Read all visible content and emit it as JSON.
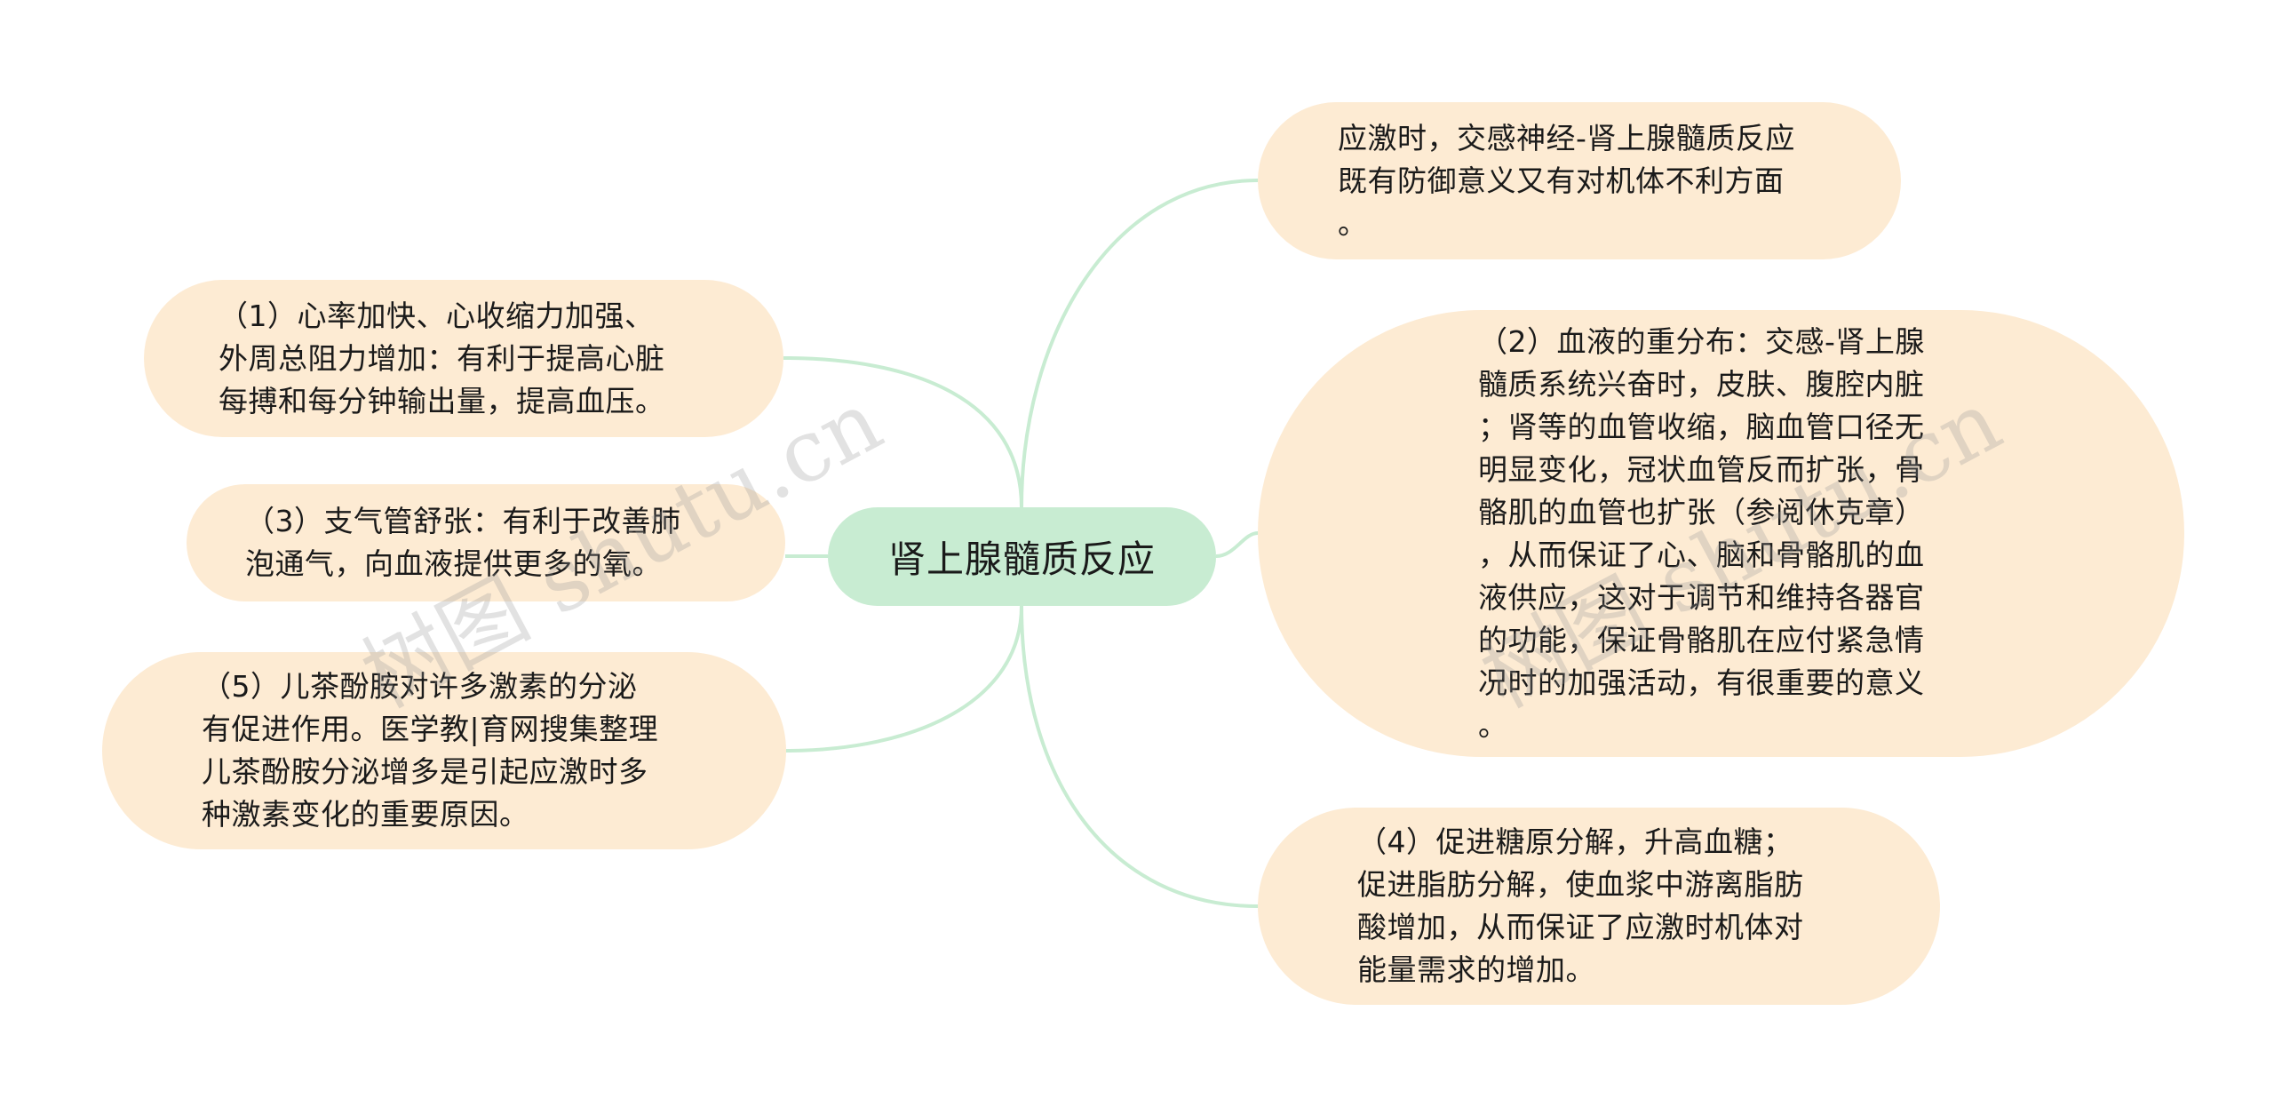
{
  "center": {
    "label": "肾上腺髓质反应"
  },
  "colors": {
    "center_fill": "#c8ecd2",
    "branch_fill": "#fdebd3",
    "connector": "#c8ecd2"
  },
  "branches": {
    "left": [
      {
        "text": "（1）心率加快、心收缩力加强、\n外周总阻力增加：有利于提高心脏\n每搏和每分钟输出量，提高血压。"
      },
      {
        "text": "（3）支气管舒张：有利于改善肺\n泡通气，向血液提供更多的氧。"
      },
      {
        "text": "（5）儿茶酚胺对许多激素的分泌\n有促进作用。医学教|育网搜集整理\n儿茶酚胺分泌增多是引起应激时多\n种激素变化的重要原因。"
      }
    ],
    "right": [
      {
        "text": "应激时，交感神经-肾上腺髓质反应\n既有防御意义又有对机体不利方面\n。"
      },
      {
        "text": "（2）血液的重分布：交感-肾上腺\n髓质系统兴奋时，皮肤、腹腔内脏\n；肾等的血管收缩，脑血管口径无\n明显变化，冠状血管反而扩张，骨\n骼肌的血管也扩张（参阅休克章）\n，从而保证了心、脑和骨骼肌的血\n液供应，这对于调节和维持各器官\n的功能，保证骨骼肌在应付紧急情\n况时的加强活动，有很重要的意义\n。"
      },
      {
        "text": "（4）促进糖原分解，升高血糖；\n促进脂肪分解，使血浆中游离脂肪\n酸增加，从而保证了应激时机体对\n能量需求的增加。"
      }
    ]
  },
  "watermark": {
    "text": "树图 shutu.cn"
  }
}
